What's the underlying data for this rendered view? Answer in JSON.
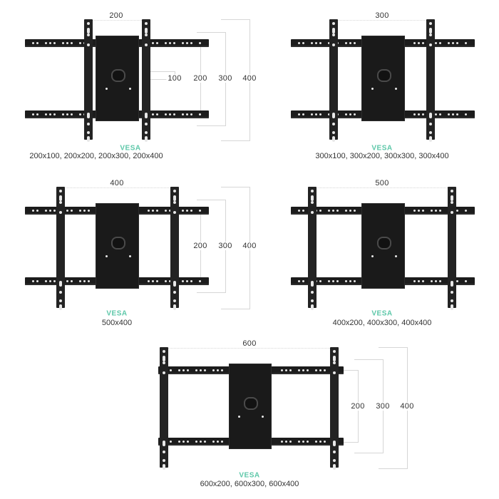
{
  "accent_color": "#5cc7a8",
  "panels": [
    {
      "width_label": "200",
      "height_labels": [
        "100",
        "200",
        "300",
        "400"
      ],
      "vesa_label": "VESA",
      "models": "200x100, 200x200, 200x300, 200x400"
    },
    {
      "width_label": "300",
      "height_labels": [],
      "vesa_label": "VESA",
      "models": "300x100, 300x200, 300x300, 300x400"
    },
    {
      "width_label": "400",
      "height_labels": [
        "200",
        "300",
        "400"
      ],
      "vesa_label": "VESA",
      "models": "500x400"
    },
    {
      "width_label": "500",
      "height_labels": [],
      "vesa_label": "VESA",
      "models": "400x200, 400x300, 400x400"
    },
    {
      "width_label": "600",
      "height_labels": [
        "200",
        "300",
        "400"
      ],
      "vesa_label": "VESA",
      "models": "600x200, 600x300, 600x400"
    }
  ]
}
